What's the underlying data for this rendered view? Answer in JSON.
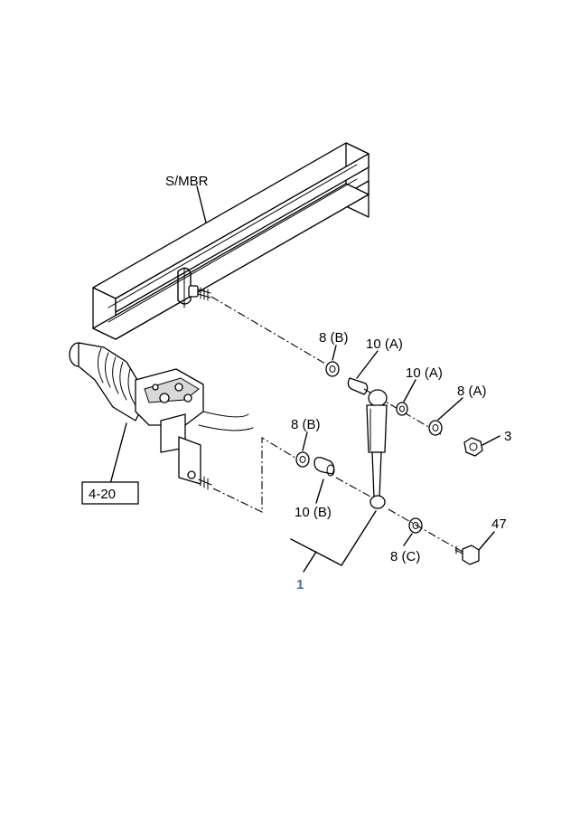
{
  "labels": {
    "frame_member": "S/MBR",
    "ref_assembly": "4-20",
    "washer_b_upper": "8 (B)",
    "bushing_a_upper": "10 (A)",
    "bushing_a_lower": "10 (A)",
    "washer_a": "8 (A)",
    "nut": "3",
    "washer_b_lower": "8 (B)",
    "bushing_b": "10 (B)",
    "washer_c": "8 (C)",
    "bolt": "47",
    "assembly_ref": "1"
  },
  "colors": {
    "line": "#000000",
    "assembly_ref": "#3b6fb6"
  }
}
